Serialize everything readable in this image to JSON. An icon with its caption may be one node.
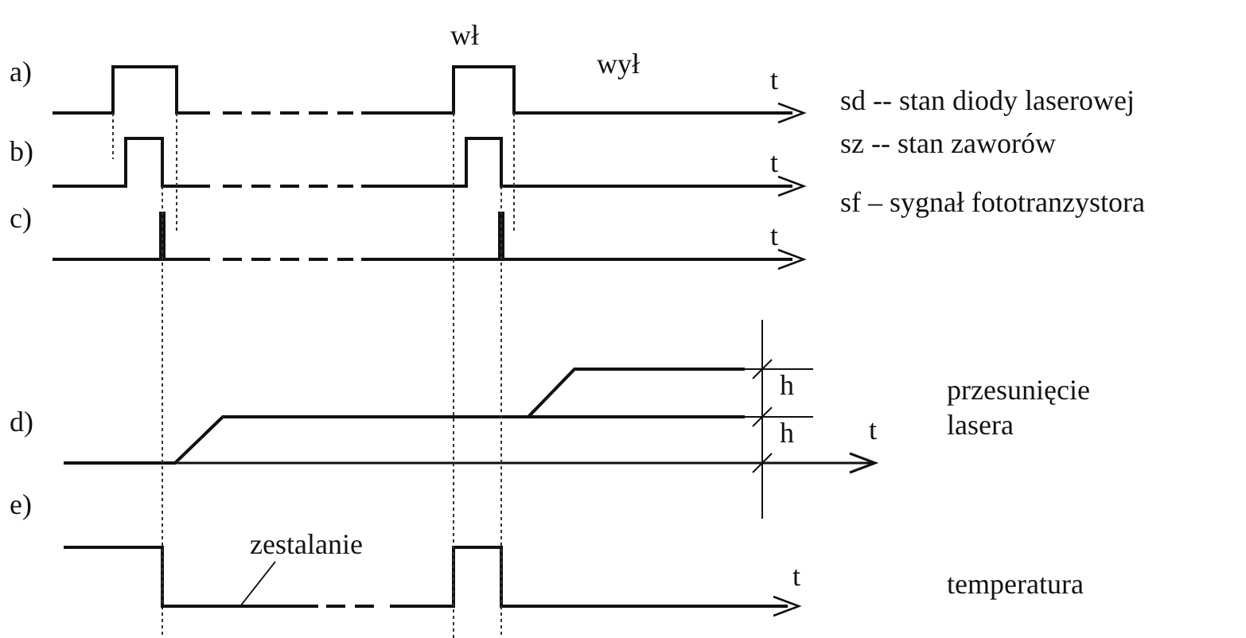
{
  "diagram": {
    "nodes": [
      {
        "text": [
          "zestalanie"
        ]
      },
      {
        "text": [],
        "shape": "line"
      }
    ],
    "edges": [
      {
        "from": 0,
        "to": 1,
        "arrow": "none"
      }
    ],
    "labels": [
      "wł",
      "a)",
      "wył",
      "t",
      "sd -- stan diody laserowej",
      "b)",
      "t",
      "sz -- stan zaworów",
      "c)",
      "t",
      "sf – sygnał fototranzystora",
      "h",
      "przesunięcie lasera",
      "d)",
      "h",
      "t",
      "e)",
      "t",
      "temperatura"
    ]
  }
}
